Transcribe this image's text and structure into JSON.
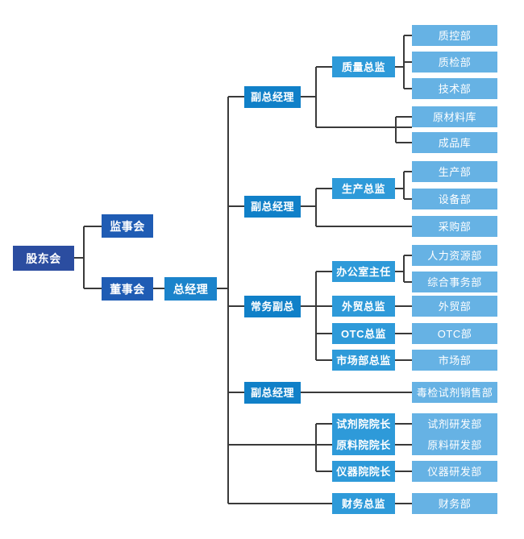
{
  "chart": {
    "type": "org-chart",
    "title": "",
    "colors": {
      "root": "#2b4da0",
      "board": "#1f5cb4",
      "general_manager": "#1b83cb",
      "vice_president": "#1080c8",
      "director": "#2e9ad9",
      "department": "#66b2e4",
      "connector": "#3a3a3a",
      "background": "#ffffff"
    },
    "nodes": {
      "shareholders": "股东会",
      "supervisory_board": "监事会",
      "board_of_directors": "董事会",
      "general_manager": "总经理",
      "vp_quality": "副总经理",
      "vp_production": "副总经理",
      "executive_vp": "常务副总",
      "vp_sales": "副总经理",
      "cfo": "财务总监",
      "quality_director": "质量总监",
      "production_director": "生产总监",
      "office_director": "办公室主任",
      "foreign_trade_director": "外贸总监",
      "otc_director": "OTC总监",
      "marketing_director": "市场部总监",
      "reagent_institute_dean": "试剂院院长",
      "material_institute_dean": "原料院院长",
      "instrument_institute_dean": "仪器院院长",
      "quality_control_dept": "质控部",
      "quality_inspection_dept": "质检部",
      "technology_dept": "技术部",
      "raw_material_warehouse": "原材料库",
      "finished_goods_warehouse": "成品库",
      "production_dept": "生产部",
      "equipment_dept": "设备部",
      "purchasing_dept": "采购部",
      "human_resources_dept": "人力资源部",
      "general_affairs_dept": "综合事务部",
      "foreign_trade_dept": "外贸部",
      "otc_dept": "OTC部",
      "marketing_dept": "市场部",
      "toxicology_reagent_sales_dept": "毒检试剂销售部",
      "reagent_rd_dept": "试剂研发部",
      "material_rd_dept": "原料研发部",
      "instrument_rd_dept": "仪器研发部",
      "finance_dept": "财务部"
    },
    "hierarchy": [
      {
        "id": "shareholders",
        "label": "股东会",
        "level": "root",
        "children": [
          {
            "id": "supervisory_board",
            "label": "监事会",
            "level": "board",
            "children": []
          },
          {
            "id": "board_of_directors",
            "label": "董事会",
            "level": "board",
            "children": [
              {
                "id": "general_manager",
                "label": "总经理",
                "level": "general_manager",
                "children": [
                  {
                    "id": "vp_quality",
                    "label": "副总经理",
                    "level": "vice_president",
                    "children": [
                      {
                        "id": "quality_director",
                        "label": "质量总监",
                        "level": "director",
                        "children": [
                          {
                            "id": "quality_control_dept",
                            "label": "质控部",
                            "level": "department"
                          },
                          {
                            "id": "quality_inspection_dept",
                            "label": "质检部",
                            "level": "department"
                          },
                          {
                            "id": "technology_dept",
                            "label": "技术部",
                            "level": "department"
                          }
                        ]
                      },
                      {
                        "id": "raw_material_warehouse",
                        "label": "原材料库",
                        "level": "department"
                      },
                      {
                        "id": "finished_goods_warehouse",
                        "label": "成品库",
                        "level": "department"
                      }
                    ]
                  },
                  {
                    "id": "vp_production",
                    "label": "副总经理",
                    "level": "vice_president",
                    "children": [
                      {
                        "id": "production_director",
                        "label": "生产总监",
                        "level": "director",
                        "children": [
                          {
                            "id": "production_dept",
                            "label": "生产部",
                            "level": "department"
                          },
                          {
                            "id": "equipment_dept",
                            "label": "设备部",
                            "level": "department"
                          }
                        ]
                      },
                      {
                        "id": "purchasing_dept",
                        "label": "采购部",
                        "level": "department"
                      }
                    ]
                  },
                  {
                    "id": "executive_vp",
                    "label": "常务副总",
                    "level": "vice_president",
                    "children": [
                      {
                        "id": "office_director",
                        "label": "办公室主任",
                        "level": "director",
                        "children": [
                          {
                            "id": "human_resources_dept",
                            "label": "人力资源部",
                            "level": "department"
                          },
                          {
                            "id": "general_affairs_dept",
                            "label": "综合事务部",
                            "level": "department"
                          }
                        ]
                      },
                      {
                        "id": "foreign_trade_director",
                        "label": "外贸总监",
                        "level": "director",
                        "children": [
                          {
                            "id": "foreign_trade_dept",
                            "label": "外贸部",
                            "level": "department"
                          }
                        ]
                      },
                      {
                        "id": "otc_director",
                        "label": "OTC总监",
                        "level": "director",
                        "children": [
                          {
                            "id": "otc_dept",
                            "label": "OTC部",
                            "level": "department"
                          }
                        ]
                      },
                      {
                        "id": "marketing_director",
                        "label": "市场部总监",
                        "level": "director",
                        "children": [
                          {
                            "id": "marketing_dept",
                            "label": "市场部",
                            "level": "department"
                          }
                        ]
                      }
                    ]
                  },
                  {
                    "id": "vp_sales",
                    "label": "副总经理",
                    "level": "vice_president",
                    "children": [
                      {
                        "id": "toxicology_reagent_sales_dept",
                        "label": "毒检试剂销售部",
                        "level": "department"
                      }
                    ]
                  },
                  {
                    "id": "reagent_institute_dean",
                    "label": "试剂院院长",
                    "level": "director",
                    "children": [
                      {
                        "id": "reagent_rd_dept",
                        "label": "试剂研发部",
                        "level": "department"
                      }
                    ]
                  },
                  {
                    "id": "material_institute_dean",
                    "label": "原料院院长",
                    "level": "director",
                    "children": [
                      {
                        "id": "material_rd_dept",
                        "label": "原料研发部",
                        "level": "department"
                      }
                    ]
                  },
                  {
                    "id": "instrument_institute_dean",
                    "label": "仪器院院长",
                    "level": "director",
                    "children": [
                      {
                        "id": "instrument_rd_dept",
                        "label": "仪器研发部",
                        "level": "department"
                      }
                    ]
                  },
                  {
                    "id": "cfo",
                    "label": "财务总监",
                    "level": "director",
                    "children": [
                      {
                        "id": "finance_dept",
                        "label": "财务部",
                        "level": "department"
                      }
                    ]
                  }
                ]
              }
            ]
          }
        ]
      }
    ]
  }
}
